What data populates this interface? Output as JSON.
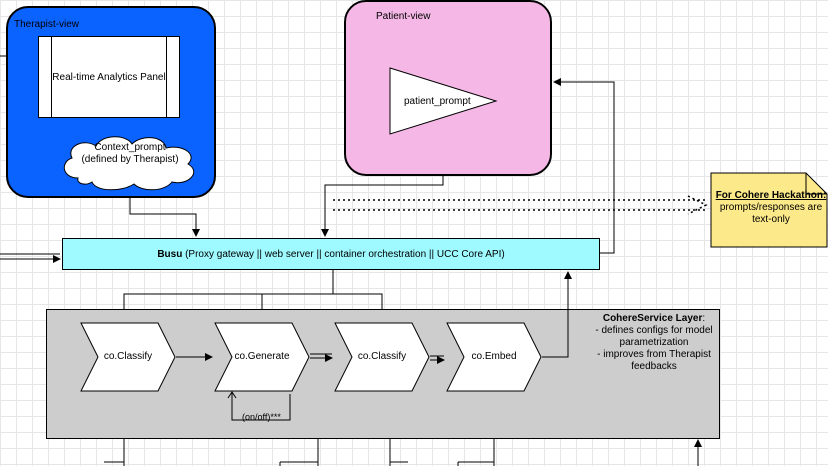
{
  "therapist_view": {
    "title": "Therapist-view",
    "analytics_panel": "Real-time Analytics Panel",
    "context_prompt": "Context_prompt\n(defined by Therapist)"
  },
  "patient_view": {
    "title": "Patient-view",
    "prompt": "patient_prompt"
  },
  "note": {
    "title": "For Cohere Hackathon:",
    "body": "prompts/responses are text-only"
  },
  "busu": {
    "name": "Busu",
    "description": " (Proxy gateway || web server || container orchestration || UCC Core API)"
  },
  "service_layer": {
    "title": "CohereService Layer",
    "title_suffix": ":",
    "lines": [
      "- defines configs for model parametrization",
      "- improves from Therapist feedbacks"
    ]
  },
  "pipeline": [
    {
      "label": "co.Classify"
    },
    {
      "label": "co.Generate"
    },
    {
      "label": "co.Classify"
    },
    {
      "label": "co.Embed"
    }
  ],
  "generate_toggle": "(on/off)***",
  "colors": {
    "therapist_view": "#0a62ff",
    "patient_view": "#f5b8e6",
    "busu": "#9ffaff",
    "note": "#fbe98a",
    "service_layer": "#cdcdcd"
  }
}
